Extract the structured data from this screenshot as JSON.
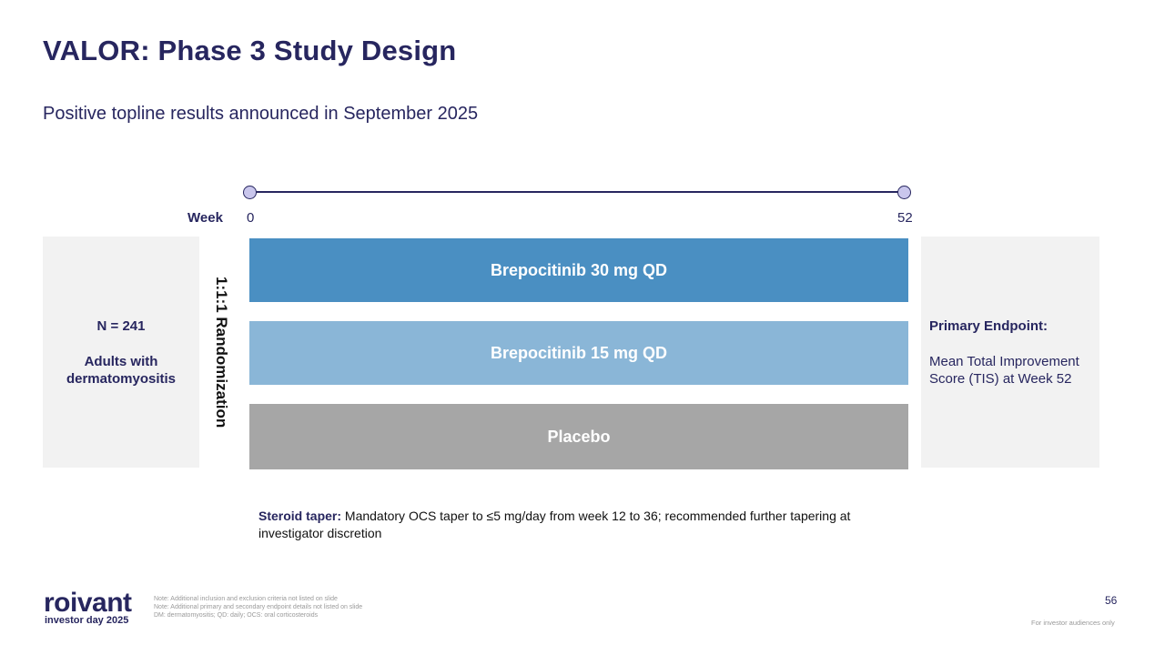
{
  "slide": {
    "title": "VALOR: Phase 3 Study Design",
    "subtitle": "Positive topline results announced in September 2025"
  },
  "timeline": {
    "label": "Week",
    "start": "0",
    "end": "52"
  },
  "population": {
    "n": "N = 241",
    "description": "Adults with dermatomyositis"
  },
  "randomization": "1:1:1 Randomization",
  "arms": [
    {
      "label": "Brepocitinib 30 mg QD",
      "color": "#4a8fc2"
    },
    {
      "label": "Brepocitinib 15 mg QD",
      "color": "#8ab6d7"
    },
    {
      "label": "Placebo",
      "color": "#a6a6a6"
    }
  ],
  "endpoint": {
    "heading": "Primary Endpoint:",
    "text": "Mean Total Improvement Score (TIS) at Week 52"
  },
  "steroid_taper": {
    "label": "Steroid taper:",
    "text": " Mandatory OCS taper to ≤5 mg/day from week 12 to 36; recommended further tapering at investigator discretion"
  },
  "footer": {
    "logo": "roivant",
    "logo_sub": "investor day 2025",
    "notes": [
      "Note: Additional inclusion and exclusion criteria not listed on slide",
      "Note: Additional primary and secondary endpoint details not listed on slide",
      "DM: dermatomyositis; QD: daily; OCS: oral corticosteroids"
    ],
    "page_number": "56",
    "audience": "For investor audiences only"
  }
}
